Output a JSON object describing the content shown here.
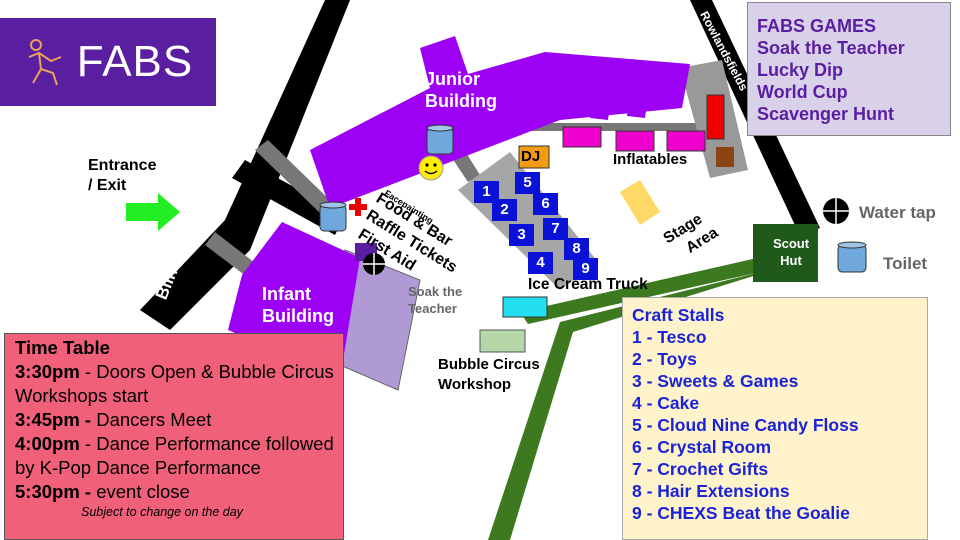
{
  "logo": {
    "text": "FABS",
    "icon": "running-person-icon"
  },
  "games": {
    "title": "FABS GAMES",
    "items": [
      "Soak the Teacher",
      "Lucky Dip",
      "World Cup",
      "Scavenger Hunt"
    ]
  },
  "roads": {
    "blindmans": "Blindmans Lane",
    "rowlandsfields": "Rowlandsfields"
  },
  "entrance": {
    "line1": "Entrance",
    "line2": "/ Exit"
  },
  "buildings": {
    "junior": {
      "line1": "Junior",
      "line2": "Building"
    },
    "infant": {
      "line1": "Infant",
      "line2": "Building"
    },
    "scout": {
      "line1": "Scout",
      "line2": "Hut"
    }
  },
  "places": {
    "dj": "DJ",
    "inflatables": "Inflatables",
    "facepainting": "Facepainting",
    "food_bar": "Food & Bar",
    "raffle": "Raffle Tickets",
    "first_aid": "First Aid",
    "soak_line1": "Soak the",
    "soak_line2": "Teacher",
    "ice_cream": "Ice Cream Truck",
    "bubble_line1": "Bubble Circus",
    "bubble_line2": "Workshop",
    "stage_line1": "Stage",
    "stage_line2": "Area"
  },
  "stall_numbers": [
    "1",
    "2",
    "3",
    "4",
    "5",
    "6",
    "7",
    "8",
    "9"
  ],
  "legend": {
    "water_tap": "Water tap",
    "toilet": "Toilet"
  },
  "crafts": {
    "title": "Craft Stalls",
    "items": [
      "1 - Tesco",
      "2 - Toys",
      "3 - Sweets & Games",
      "4 - Cake",
      "5 - Cloud Nine Candy Floss",
      "6 - Crystal Room",
      "7 - Crochet Gifts",
      "8 - Hair Extensions",
      "9 - CHEXS Beat the Goalie"
    ]
  },
  "timetable": {
    "title": "Time Table",
    "entries": [
      {
        "time": "3:30pm",
        "text": " - Doors Open & Bubble Circus Workshops start"
      },
      {
        "time": "3:45pm - ",
        "text": " Dancers Meet"
      },
      {
        "time": "4:00pm",
        "text": " -  Dance Performance followed by K-Pop Dance Performance"
      },
      {
        "time": "5:30pm - ",
        "text": "event close"
      }
    ],
    "note": "Subject to change on the day"
  },
  "colors": {
    "building": "#9c00f5",
    "road": "#000000",
    "path_green": "#3d7a1f",
    "stall_blue": "#0a12d8",
    "logo_bg": "#5a1fa0",
    "games_bg": "#d9d0ea",
    "crafts_bg": "#fff3cc",
    "timetable_bg": "#f06079",
    "entrance_arrow": "#22ee22"
  }
}
